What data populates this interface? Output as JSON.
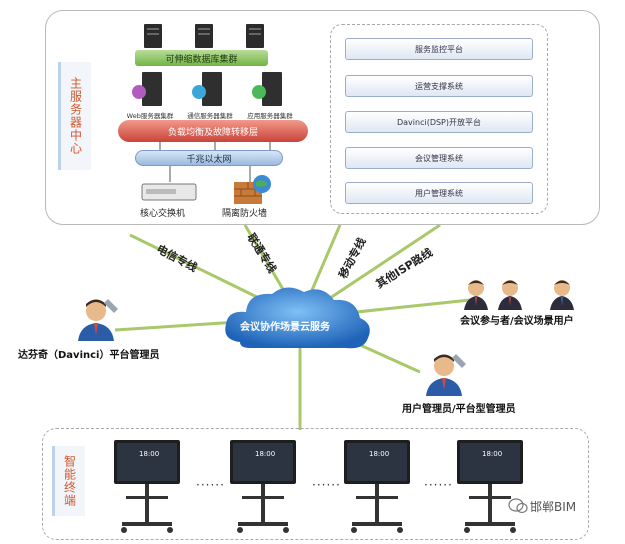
{
  "main_center": {
    "vertical_label": "主服务器中心",
    "db_cluster": "可伸缩数据库集群",
    "clusters": [
      "Web服务器集群",
      "通信服务器集群",
      "应用服务器集群"
    ],
    "load_balancer": "负载均衡及故障转移层",
    "ethernet": "千兆以太网",
    "core_switch": "核心交换机",
    "firewall": "隔离防火墙"
  },
  "services": [
    "服务监控平台",
    "运营支撑系统",
    "Davinci(DSP)开放平台",
    "会议管理系统",
    "用户管理系统"
  ],
  "cloud": {
    "label": "会议协作场景云服务"
  },
  "lines": [
    "电信专线",
    "联通专线",
    "移动专线",
    "其他ISP路线"
  ],
  "users": {
    "davinci_admin": "达芬奇（Davinci）平台管理员",
    "participants": "会议参与者/会议场景用户",
    "user_admin": "用户管理员/平台型管理员"
  },
  "terminals": {
    "vertical_label": "智能终端",
    "screen_time": "18:00",
    "ellipsis": "······"
  },
  "watermark": "邯郸BIM",
  "colors": {
    "line_green": "#a8c86a",
    "cloud_blue": "#2a72c8",
    "accent_red": "#c9433a"
  }
}
